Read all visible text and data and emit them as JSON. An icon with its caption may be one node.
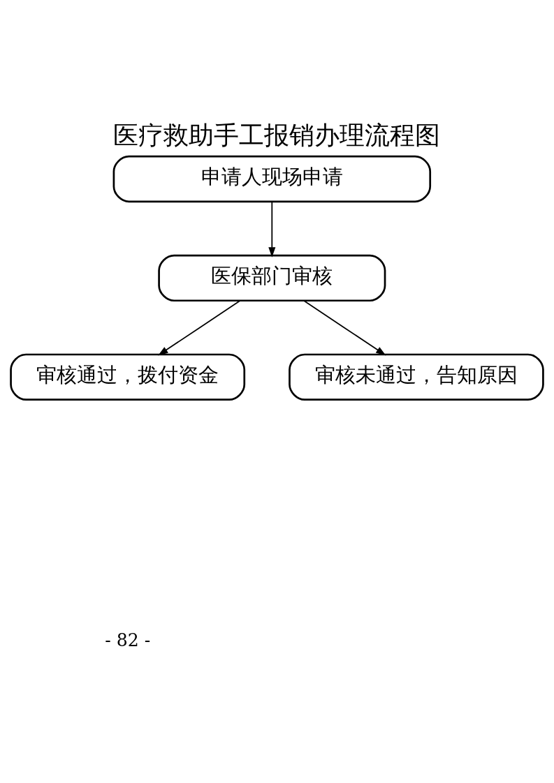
{
  "diagram": {
    "title": "医疗救助手工报销办理流程图",
    "nodes": [
      {
        "text": [
          "申请人现场申请"
        ]
      },
      {
        "text": [
          "医保部门审核"
        ]
      },
      {
        "text": [
          "审核通过，拨付资金"
        ]
      },
      {
        "text": [
          "审核未通过，告知原因"
        ]
      }
    ],
    "edges": [
      {
        "from": 0,
        "to": 1,
        "arrow": "to"
      },
      {
        "from": 1,
        "to": 2,
        "arrow": "to"
      },
      {
        "from": 1,
        "to": 3,
        "arrow": "to"
      }
    ],
    "labels": [
      "- 82 -"
    ]
  }
}
